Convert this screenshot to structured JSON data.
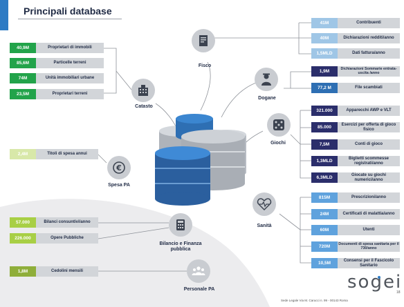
{
  "title": "Principali database",
  "colors": {
    "green": "#22a34a",
    "lightgreen": "#a8cf45",
    "palegreen": "#d8e8a9",
    "navy": "#2b2e6b",
    "blue": "#2e7bc4",
    "lightblue": "#9fc6e6",
    "gray": "#d2d5d9"
  },
  "hubs": {
    "fisco": "Fisco",
    "catasto": "Catasto",
    "dogane": "Dogane",
    "giochi": "Giochi",
    "spesa_pa": "Spesa PA",
    "sanita": "Sanità",
    "bilancio": "Bilancio e Finanza pubblica",
    "personale": "Personale PA"
  },
  "catasto_rows": [
    {
      "value": "40,9M",
      "label": "Proprietari di immobili"
    },
    {
      "value": "85,6M",
      "label": "Particelle terreni"
    },
    {
      "value": "74M",
      "label": "Unità immobiliari urbane"
    },
    {
      "value": "23,5M",
      "label": "Proprietari terreni"
    }
  ],
  "spesa_rows": [
    {
      "value": "2,4M",
      "label": "Titoli di spesa annui"
    }
  ],
  "bilancio_rows": [
    {
      "value": "57.000",
      "label": "Bilanci consuntivi/anno"
    },
    {
      "value": "226.000",
      "label": "Opere Pubbliche"
    }
  ],
  "personale_rows": [
    {
      "value": "1,8M",
      "label": "Cedolini mensili"
    }
  ],
  "fisco_rows": [
    {
      "value": "41M",
      "label": "Contribuenti"
    },
    {
      "value": "40M",
      "label": "Dichiarazioni redditi/anno"
    },
    {
      "value": "1,5MLD",
      "label": "Dati fattura/anno"
    }
  ],
  "dogane_rows": [
    {
      "value": "1,9M",
      "label": "Dichiarazioni Sommarie entrata-uscita /anno"
    },
    {
      "value": "77,2 M",
      "label": "File scambiati"
    }
  ],
  "giochi_rows": [
    {
      "value": "321.000",
      "label": "Apparecchi AWP e VLT"
    },
    {
      "value": "85.000",
      "label": "Esercizi per offerta di gioco fisico"
    },
    {
      "value": "7,5M",
      "label": "Conti di gioco"
    },
    {
      "value": "1,3MLD",
      "label": "Biglietti scommesse registrati/anno"
    },
    {
      "value": "6,3MLD",
      "label": "Giocate su giochi numerici/anno"
    }
  ],
  "sanita_rows": [
    {
      "value": "815M",
      "label": "Prescrizioni/anno"
    },
    {
      "value": "24M",
      "label": "Certificati di malattia/anno"
    },
    {
      "value": "60M",
      "label": "Utenti"
    },
    {
      "value": "720M",
      "label": "Documenti di spesa sanitaria per il 730/anno"
    },
    {
      "value": "10,5M",
      "label": "Consensi per il Fascicolo Sanitario"
    }
  ],
  "brand": "sogei",
  "footer": "Sede Legale Via M. Carucci n. 99 - 00143 Roma",
  "page_number": "18"
}
